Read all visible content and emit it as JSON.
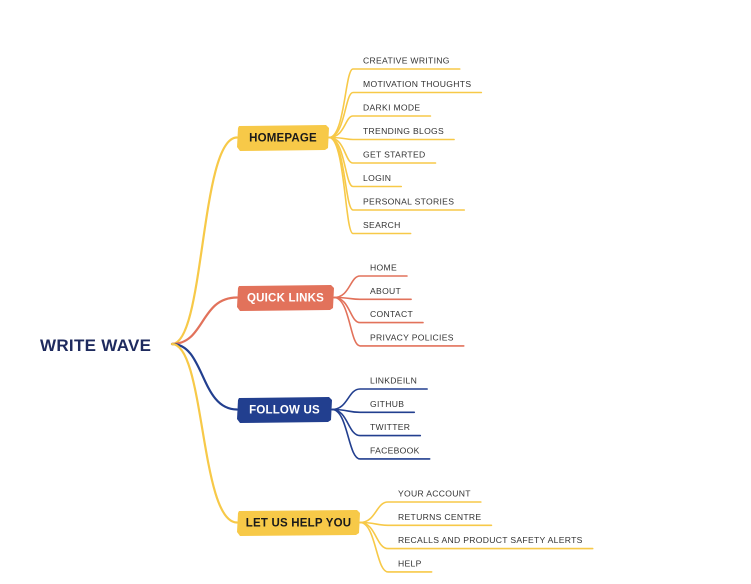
{
  "root": {
    "label": "WRITE WAVE",
    "color": "#1e2a5e"
  },
  "branches": [
    {
      "label": "HOMEPAGE",
      "color": "#f7c948",
      "text_color": "#1a1a1a",
      "items": [
        "CREATIVE WRITING",
        "MOTIVATION THOUGHTS",
        "DARKI MODE",
        "TRENDING BLOGS",
        "GET STARTED",
        "LOGIN",
        "PERSONAL STORIES",
        "SEARCH"
      ]
    },
    {
      "label": "QUICK LINKS",
      "color": "#e2725b",
      "text_color": "#ffffff",
      "items": [
        "HOME",
        "ABOUT",
        "CONTACT",
        "PRIVACY POLICIES"
      ]
    },
    {
      "label": "FOLLOW US",
      "color": "#223f8f",
      "text_color": "#ffffff",
      "items": [
        "LINKDEILN",
        "GITHUB",
        "TWITTER",
        "FACEBOOK"
      ]
    },
    {
      "label": "LET US HELP YOU",
      "color": "#f7c948",
      "text_color": "#1a1a1a",
      "items": [
        "YOUR ACCOUNT",
        "RETURNS CENTRE",
        "RECALLS AND PRODUCT SAFETY ALERTS",
        "HELP"
      ]
    }
  ]
}
